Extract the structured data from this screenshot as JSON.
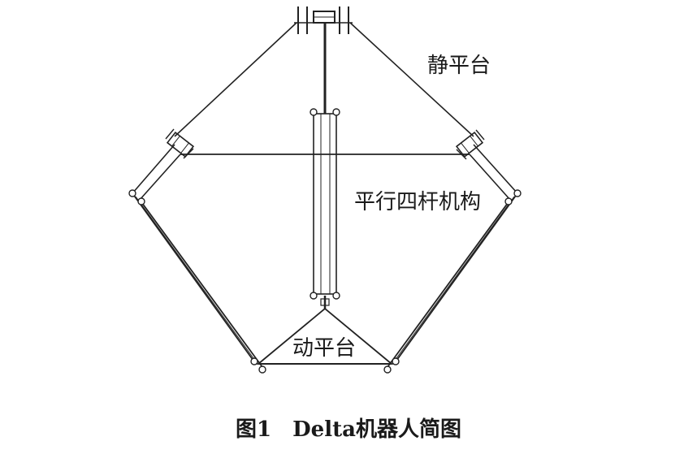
{
  "labels": {
    "static_platform": "静平台",
    "parallel_linkage": "平行四杆机构",
    "moving_platform": "动平台"
  },
  "caption": "图1　Delta机器人简图"
}
